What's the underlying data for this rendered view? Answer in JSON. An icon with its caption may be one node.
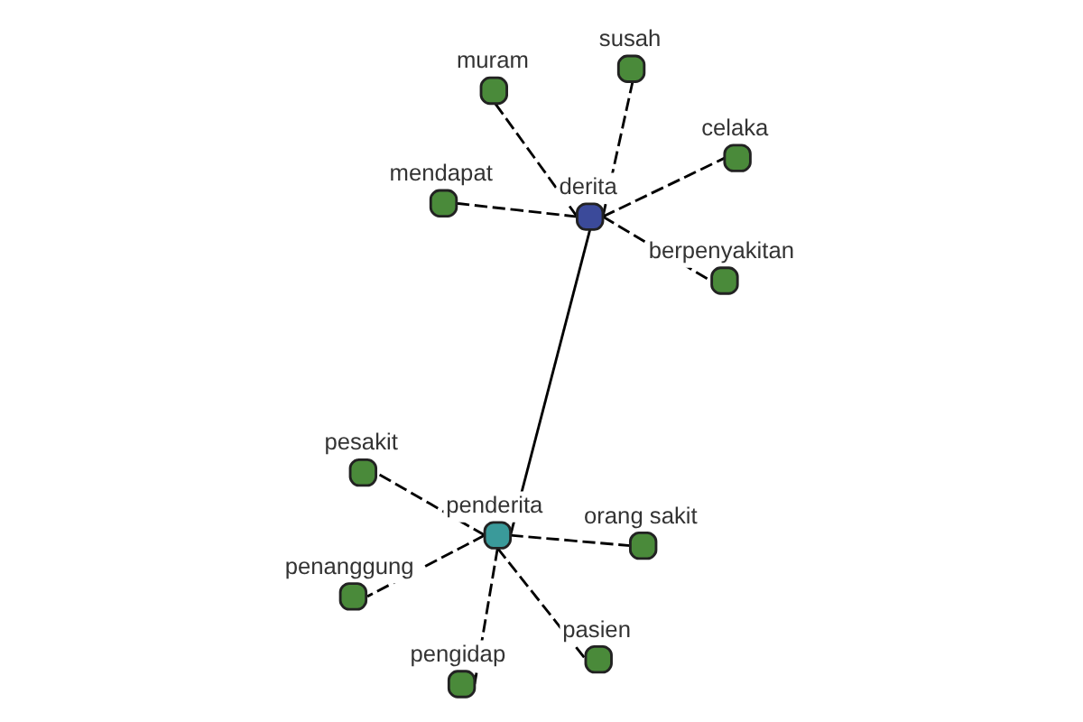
{
  "diagram": {
    "nodes": [
      {
        "text": [
          "mendapat"
        ]
      },
      {
        "text": [
          "celaka"
        ]
      },
      {
        "text": [
          "pengidap"
        ]
      },
      {
        "text": [
          "susah"
        ]
      },
      {
        "text": [
          "derita"
        ]
      },
      {
        "text": [
          "muram"
        ]
      },
      {
        "text": [
          "penanggung"
        ]
      },
      {
        "text": [
          "berpenyakitan"
        ]
      },
      {
        "text": [
          "penderita"
        ]
      },
      {
        "text": [
          "pasien"
        ]
      },
      {
        "text": [
          "orang sakit"
        ]
      },
      {
        "text": [
          "pesakit"
        ]
      }
    ],
    "edges": [
      {
        "from": 8,
        "to": 4,
        "arrow": "none"
      },
      {
        "from": 4,
        "to": 0,
        "arrow": "none",
        "style": "dashed"
      },
      {
        "from": 4,
        "to": 1,
        "arrow": "none",
        "style": "dashed"
      },
      {
        "from": 4,
        "to": 3,
        "arrow": "none",
        "style": "dashed"
      },
      {
        "from": 4,
        "to": 5,
        "arrow": "none",
        "style": "dashed"
      },
      {
        "from": 4,
        "to": 7,
        "arrow": "none",
        "style": "dashed"
      },
      {
        "from": 8,
        "to": 2,
        "arrow": "none",
        "style": "dashed"
      },
      {
        "from": 8,
        "to": 6,
        "arrow": "none",
        "style": "dashed"
      },
      {
        "from": 8,
        "to": 9,
        "arrow": "none",
        "style": "dashed"
      },
      {
        "from": 8,
        "to": 10,
        "arrow": "none",
        "style": "dashed"
      },
      {
        "from": 8,
        "to": 11,
        "arrow": "none",
        "style": "dashed"
      }
    ]
  }
}
